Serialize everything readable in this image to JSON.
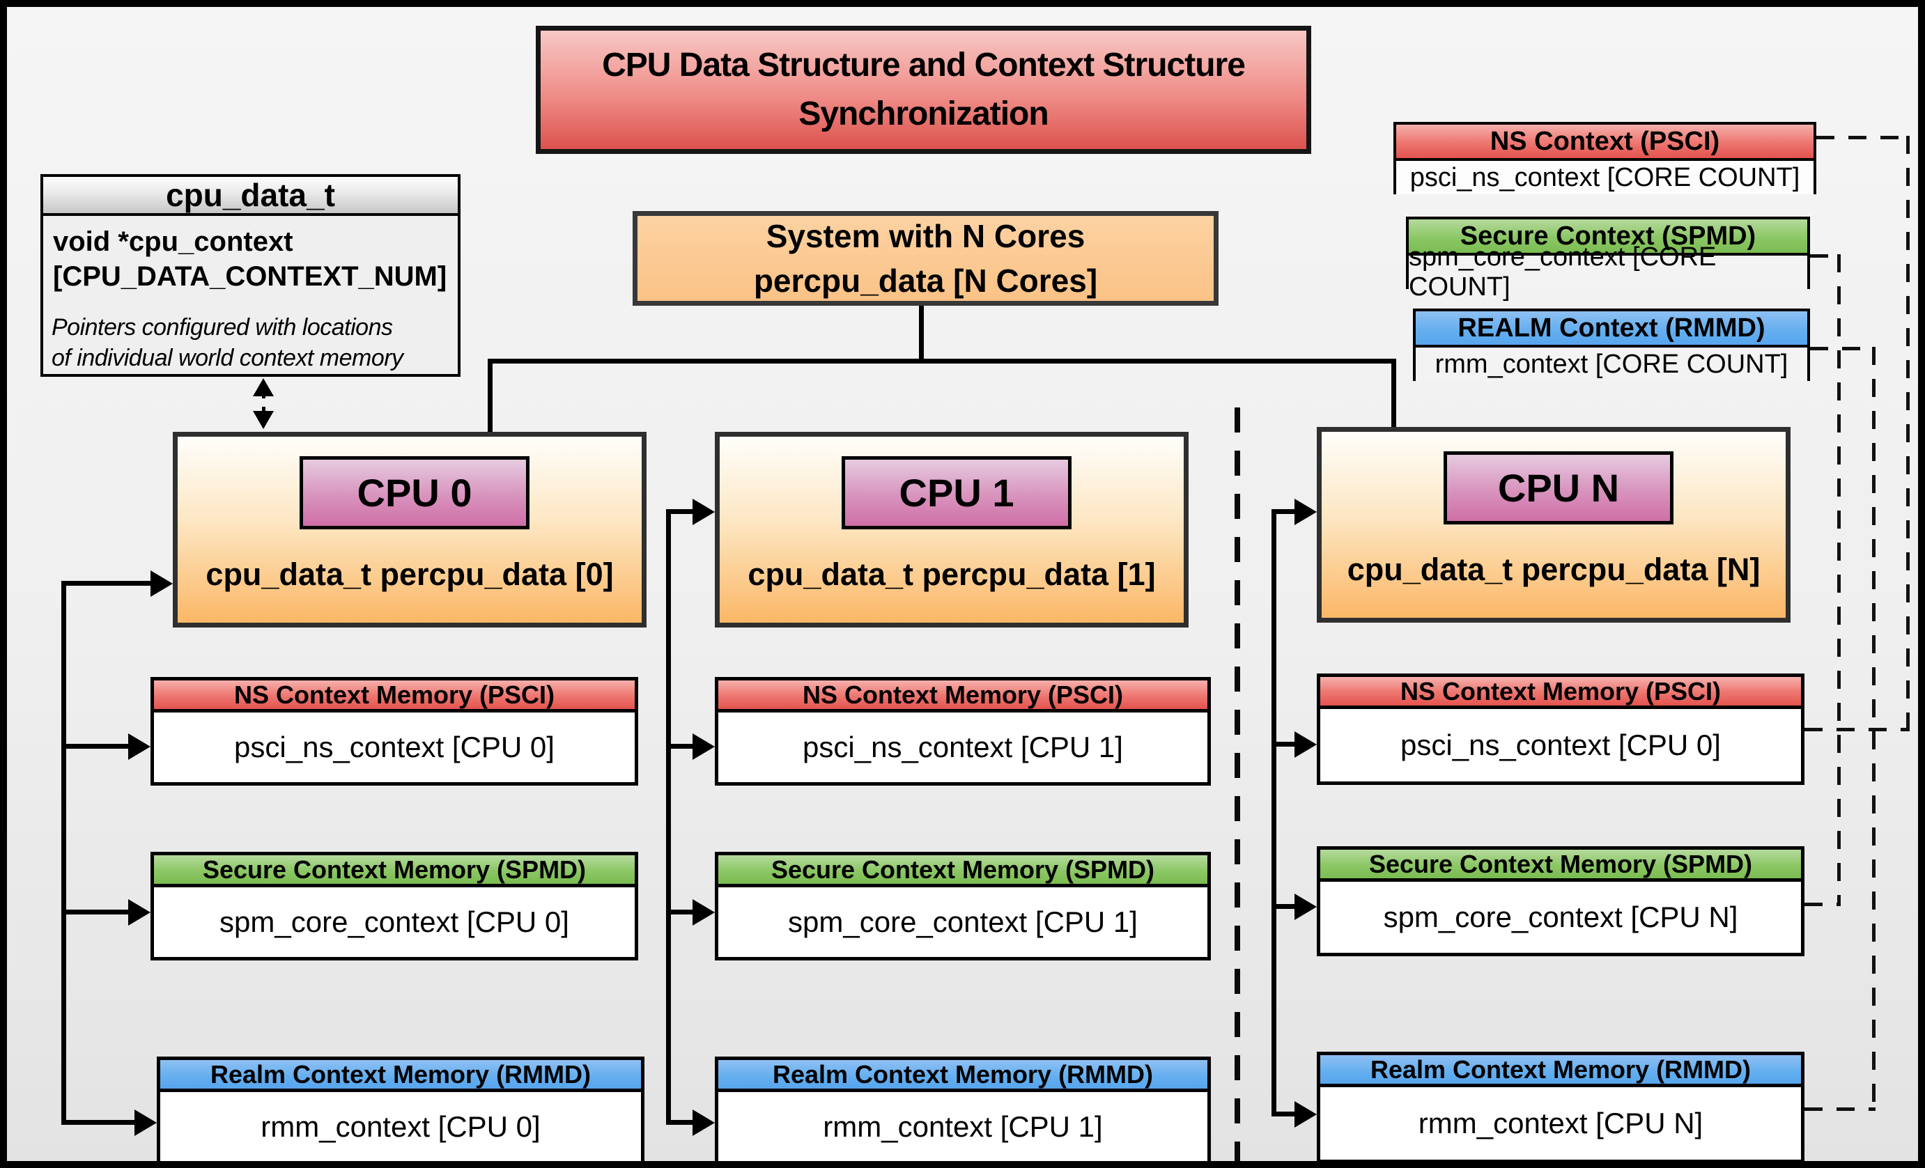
{
  "title": {
    "line1": "CPU Data Structure and Context Structure",
    "line2": "Synchronization"
  },
  "cpu_data_t": {
    "header": "cpu_data_t",
    "field_line1": "void  *cpu_context",
    "field_line2": "[CPU_DATA_CONTEXT_NUM]",
    "note_line1": "Pointers configured with locations",
    "note_line2": "of individual world context memory"
  },
  "system": {
    "line1": "System with N Cores",
    "line2": "percpu_data [N Cores]"
  },
  "legend": [
    {
      "id": "psci",
      "header": "NS Context  (PSCI)",
      "body": "psci_ns_context [CORE COUNT]",
      "color": "#e4534e"
    },
    {
      "id": "spmd",
      "header": "Secure Context (SPMD)",
      "body": "spm_core_context [CORE COUNT]",
      "color": "#8cc765"
    },
    {
      "id": "rmmd",
      "header": "REALM Context (RMMD)",
      "body": "rmm_context [CORE COUNT]",
      "color": "#63aeef"
    }
  ],
  "cpus": [
    {
      "label": "CPU 0",
      "data": "cpu_data_t percpu_data [0]",
      "ns": {
        "header": "NS Context Memory (PSCI)",
        "body": "psci_ns_context [CPU 0]"
      },
      "secure": {
        "header": "Secure Context Memory (SPMD)",
        "body": "spm_core_context [CPU 0]"
      },
      "realm": {
        "header": "Realm Context Memory (RMMD)",
        "body": "rmm_context [CPU 0]"
      }
    },
    {
      "label": "CPU 1",
      "data": "cpu_data_t percpu_data [1]",
      "ns": {
        "header": "NS Context Memory (PSCI)",
        "body": "psci_ns_context [CPU 1]"
      },
      "secure": {
        "header": "Secure Context Memory (SPMD)",
        "body": "spm_core_context [CPU 1]"
      },
      "realm": {
        "header": "Realm Context Memory (RMMD)",
        "body": "rmm_context [CPU 1]"
      }
    },
    {
      "label": "CPU N",
      "data": "cpu_data_t percpu_data [N]",
      "ns": {
        "header": "NS Context Memory (PSCI)",
        "body": "psci_ns_context [CPU 0]"
      },
      "secure": {
        "header": "Secure Context Memory (SPMD)",
        "body": "spm_core_context [CPU N]"
      },
      "realm": {
        "header": "Realm Context Memory (RMMD)",
        "body": "rmm_context [CPU N]"
      }
    }
  ],
  "colors": {
    "title_fill": "#dc524e",
    "system_fill": "#fbc286",
    "cpu_fill": "#fbb766",
    "cpu_label_fill": "#cf6fa6",
    "ns_header": "#e4534e",
    "secure_header": "#8cc765",
    "realm_header": "#63aeef",
    "background": "#efefef",
    "line": "#000000"
  }
}
